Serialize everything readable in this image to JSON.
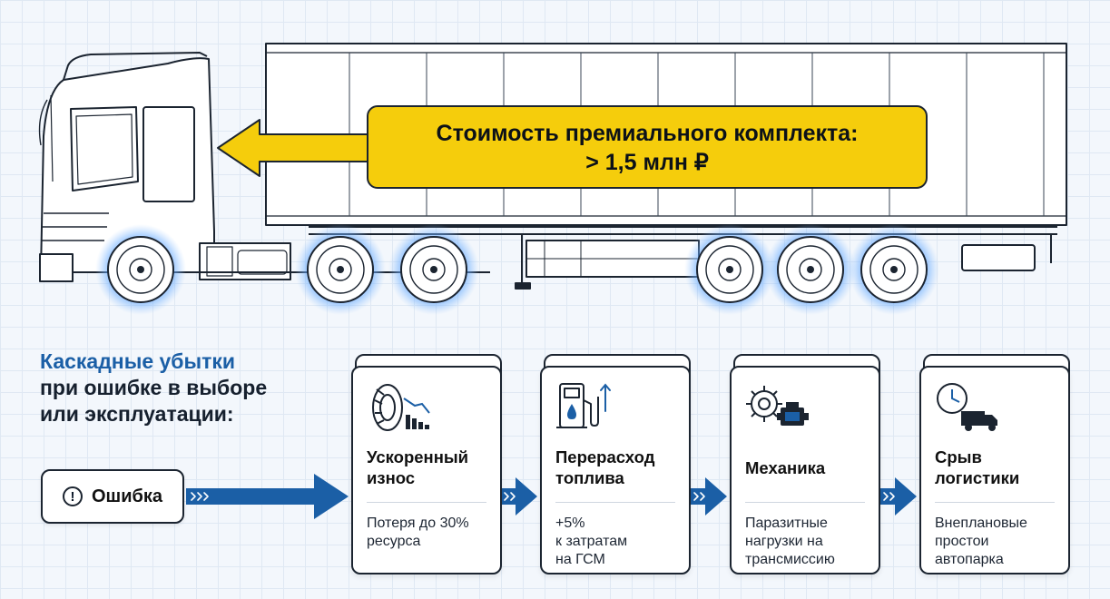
{
  "callout": {
    "line1": "Стоимость премиального комплекта:",
    "line2": "> 1,5 млн ₽"
  },
  "heading": {
    "line1": "Каскадные убытки",
    "line2": "при ошибке в выборе",
    "line3": "или эксплуатации:"
  },
  "error": {
    "icon": "exclamation-circle-icon",
    "label": "Ошибка"
  },
  "colors": {
    "accent_blue": "#1b5fa6",
    "callout_yellow": "#f5cd0c",
    "wheel_glow": "#3d8dff",
    "outline": "#1b2430"
  },
  "cards": [
    {
      "icon": "tire-wear-chart-icon",
      "title_line1": "Ускоренный",
      "title_line2": "износ",
      "text_line1": "Потеря до 30%",
      "text_line2": "ресурса",
      "text_line3": ""
    },
    {
      "icon": "fuel-pump-icon",
      "title_line1": "Перерасход",
      "title_line2": "топлива",
      "text_line1": "+5%",
      "text_line2": "к затратам",
      "text_line3": "на ГСМ"
    },
    {
      "icon": "gear-engine-icon",
      "title_line1": "Механика",
      "title_line2": "",
      "text_line1": "Паразитные",
      "text_line2": "нагрузки на",
      "text_line3": "трансмиссию"
    },
    {
      "icon": "clock-truck-icon",
      "title_line1": "Срыв",
      "title_line2": "логистики",
      "text_line1": "Внеплановые",
      "text_line2": "простои",
      "text_line3": "автопарка"
    }
  ]
}
